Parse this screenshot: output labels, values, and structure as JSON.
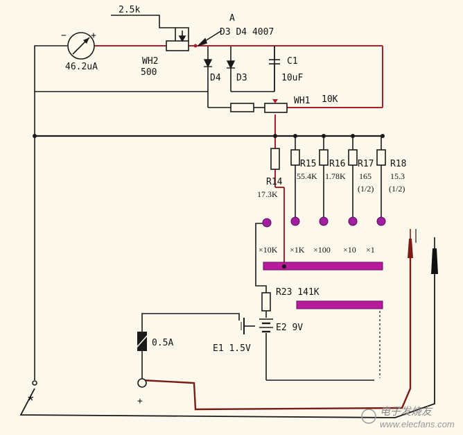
{
  "diagram": {
    "colors": {
      "background": "#fdf8ec",
      "wire": "#1a1a1a",
      "red_wire": "#b01e2a",
      "dark_red_wire": "#7a1c14",
      "switch_contact": "#a020a0",
      "contact_bar": "#b81c9c"
    },
    "labels": {
      "wh2_value": "2.5k",
      "point_a": "A",
      "diode_header": "D3 D4 4007",
      "meter_minus": "−",
      "meter_plus": "+",
      "meter_value": "46.2uA",
      "wh2_name": "WH2",
      "wh2_ohms": "500",
      "d4": "D4",
      "d3": "D3",
      "c1_name": "C1",
      "c1_value": "10uF",
      "wh1_name": "WH1",
      "wh1_value": "10K",
      "r14_name": "R14",
      "r14_value": "17.3K",
      "r15_name": "R15",
      "r15_value": "55.4K",
      "r16_name": "R16",
      "r16_value": "1.78K",
      "r17_name": "R17",
      "r17_value": "165",
      "r17_note": "(1/2)",
      "r18_name": "R18",
      "r18_value": "15.3",
      "r18_note": "(1/2)",
      "range_x10k": "×10K",
      "range_x1k": "×1K",
      "range_x100": "×100",
      "range_x10": "×10",
      "range_x1": "×1",
      "r23_label": "R23 141K",
      "e2_label": "E2 9V",
      "e1_label": "E1 1.5V",
      "fuse_label": "0.5A",
      "jack_plus": "+",
      "jack_star": "*",
      "watermark_cn": "电子发烧友",
      "watermark_en": "www.elecfans.com"
    }
  }
}
